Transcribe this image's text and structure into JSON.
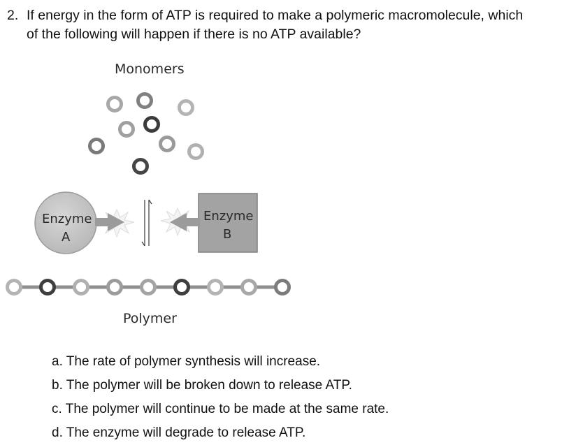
{
  "question": {
    "number": "2.",
    "line1": "If energy in the form of ATP is required to make a polymeric macromolecule, which",
    "line2": "of the following will happen if there is no ATP available?"
  },
  "figure": {
    "monomers_label": "Monomers",
    "polymer_label": "Polymer",
    "enzyme_a_line1": "Enzyme",
    "enzyme_a_line2": "A",
    "enzyme_b_line1": "Enzyme",
    "enzyme_b_line2": "B"
  },
  "options": [
    "a. The rate of polymer synthesis will increase.",
    "b. The polymer will be broken down to release ATP.",
    "c. The polymer will continue to be made at the same rate.",
    "d. The enzyme will degrade to release ATP."
  ]
}
